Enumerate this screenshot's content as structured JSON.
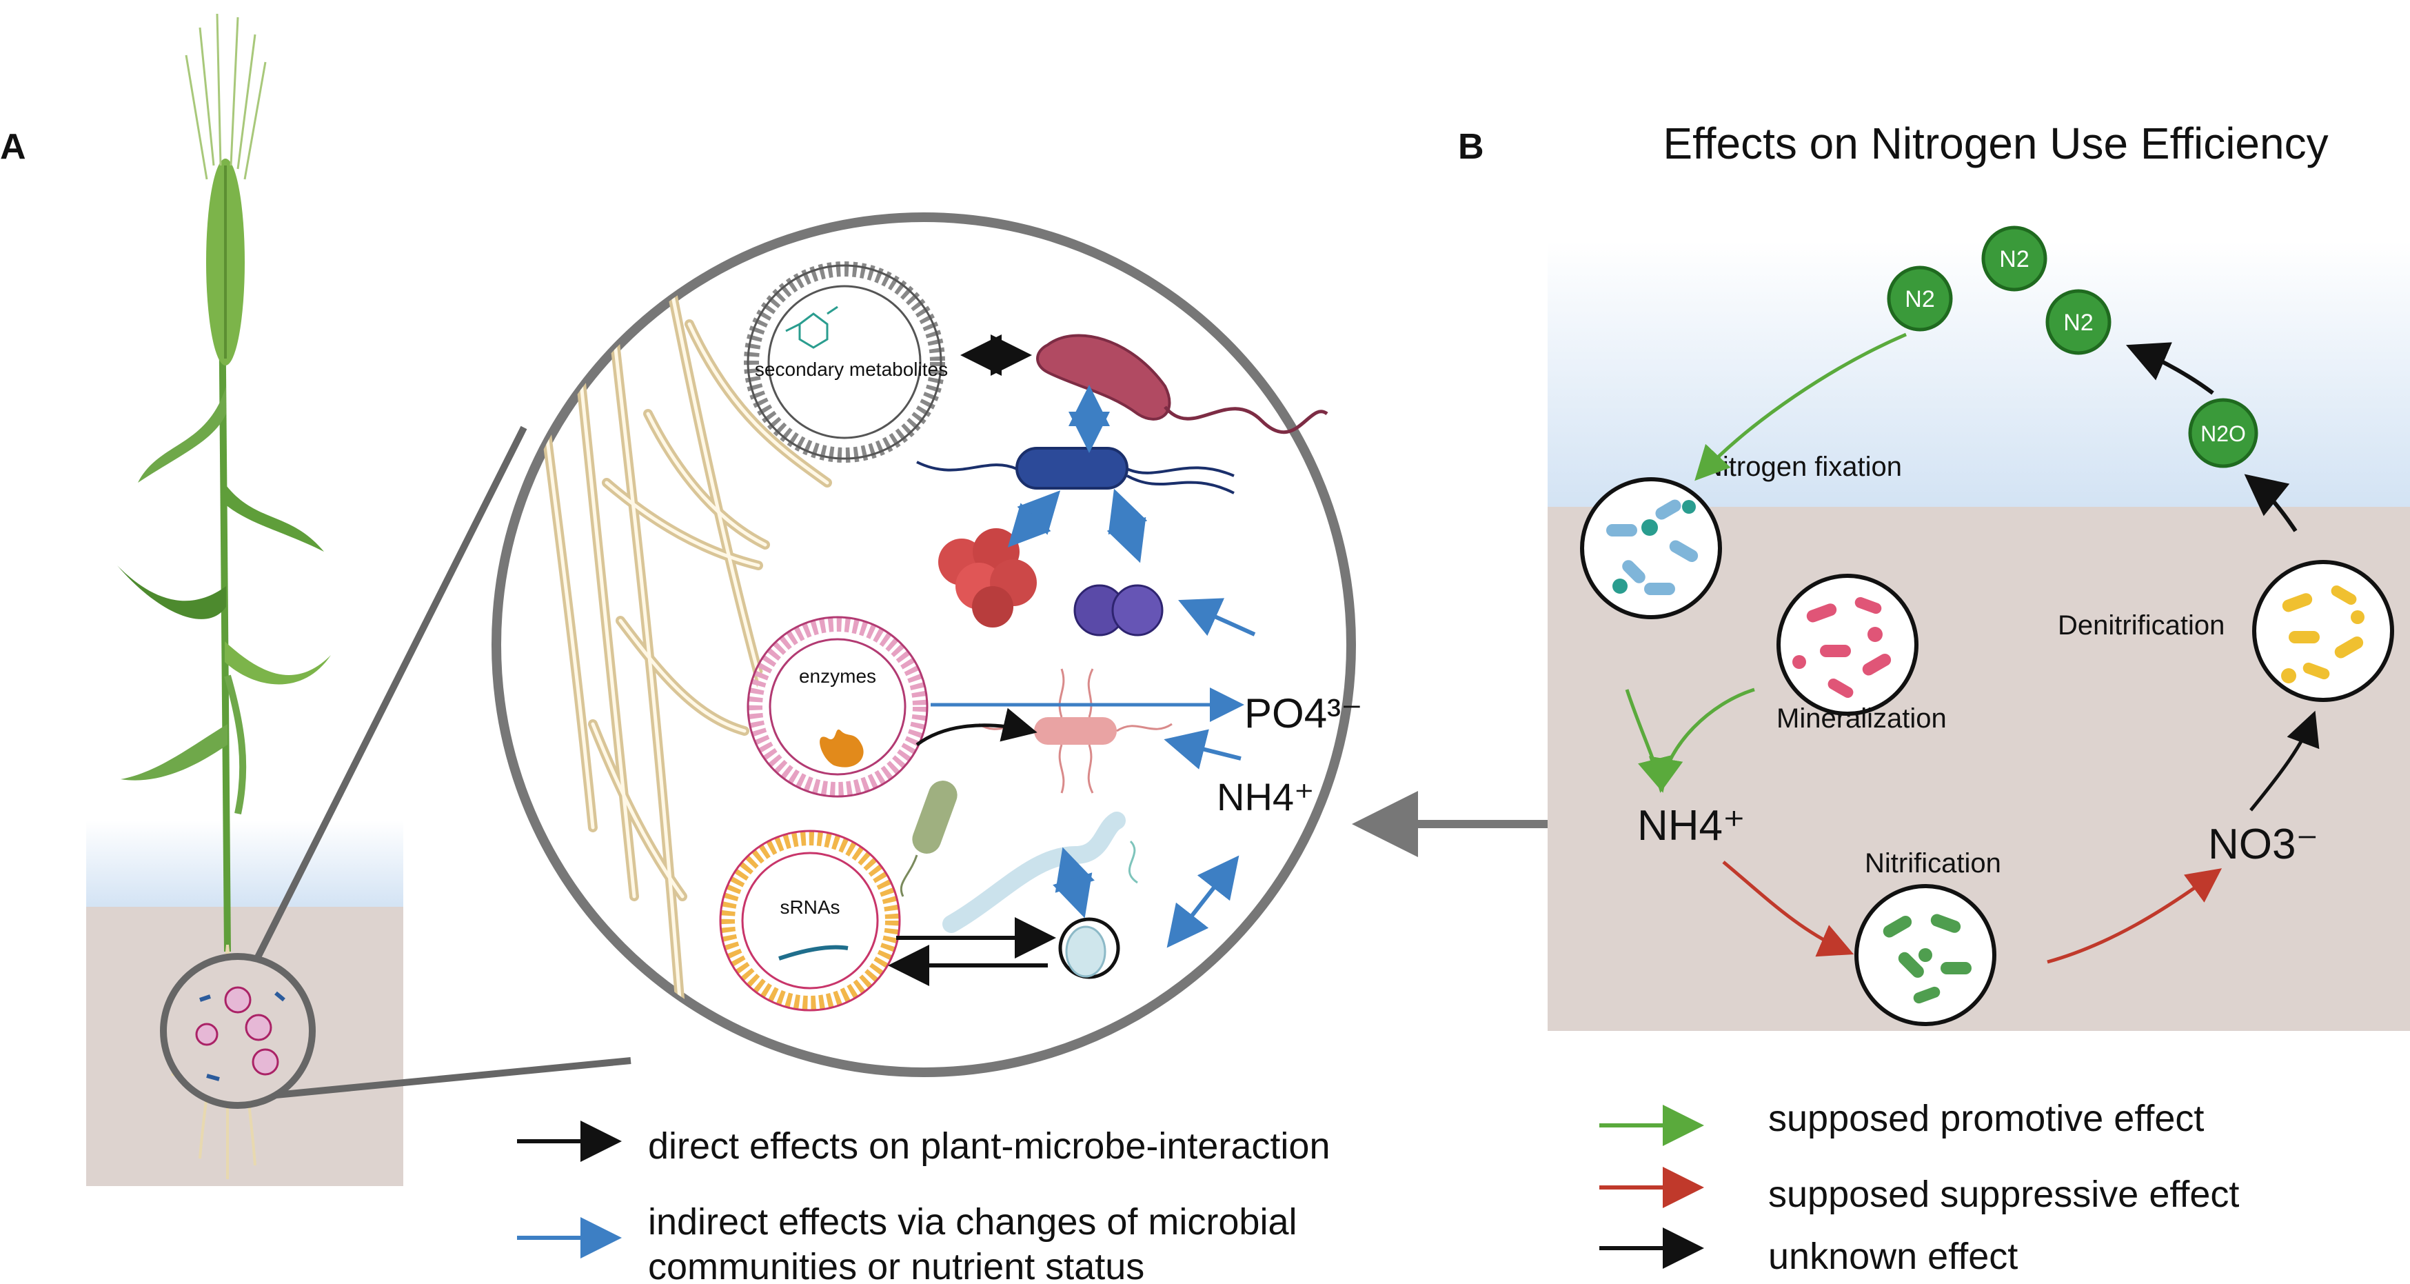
{
  "panel_a": {
    "label": "A",
    "vesicle_labels": {
      "secondary_metabolites": "secondary metabolites",
      "enzymes": "enzymes",
      "srnas": "sRNAs"
    },
    "ions": {
      "phosphate": "PO4³⁻",
      "ammonium": "NH4⁺"
    }
  },
  "panel_b": {
    "label": "B",
    "title": "Effects on Nitrogen Use Efficiency",
    "molecules": [
      "N2",
      "N2",
      "N2",
      "N2O"
    ],
    "processes": {
      "fixation": "Nitrogen fixation",
      "mineralization": "Mineralization",
      "nitrification": "Nitrification",
      "denitrification": "Denitrification"
    },
    "species": {
      "ammonium": "NH4⁺",
      "nitrate": "NO3⁻"
    }
  },
  "legend_a": {
    "direct": "direct effects on plant-microbe-interaction",
    "indirect_line1": "indirect effects via changes of microbial",
    "indirect_line2": "communities or nutrient status"
  },
  "legend_b": {
    "promotive": "supposed promotive effect",
    "suppressive": "supposed suppressive effect",
    "unknown": "unknown effect"
  },
  "colors": {
    "green": "#5aaa3c",
    "red": "#c0392b",
    "black": "#111111",
    "blue": "#3d7fc4",
    "soil": "#ddd3cf",
    "sky": "#dce9f7",
    "n_molecule": "#3a9a3a"
  }
}
